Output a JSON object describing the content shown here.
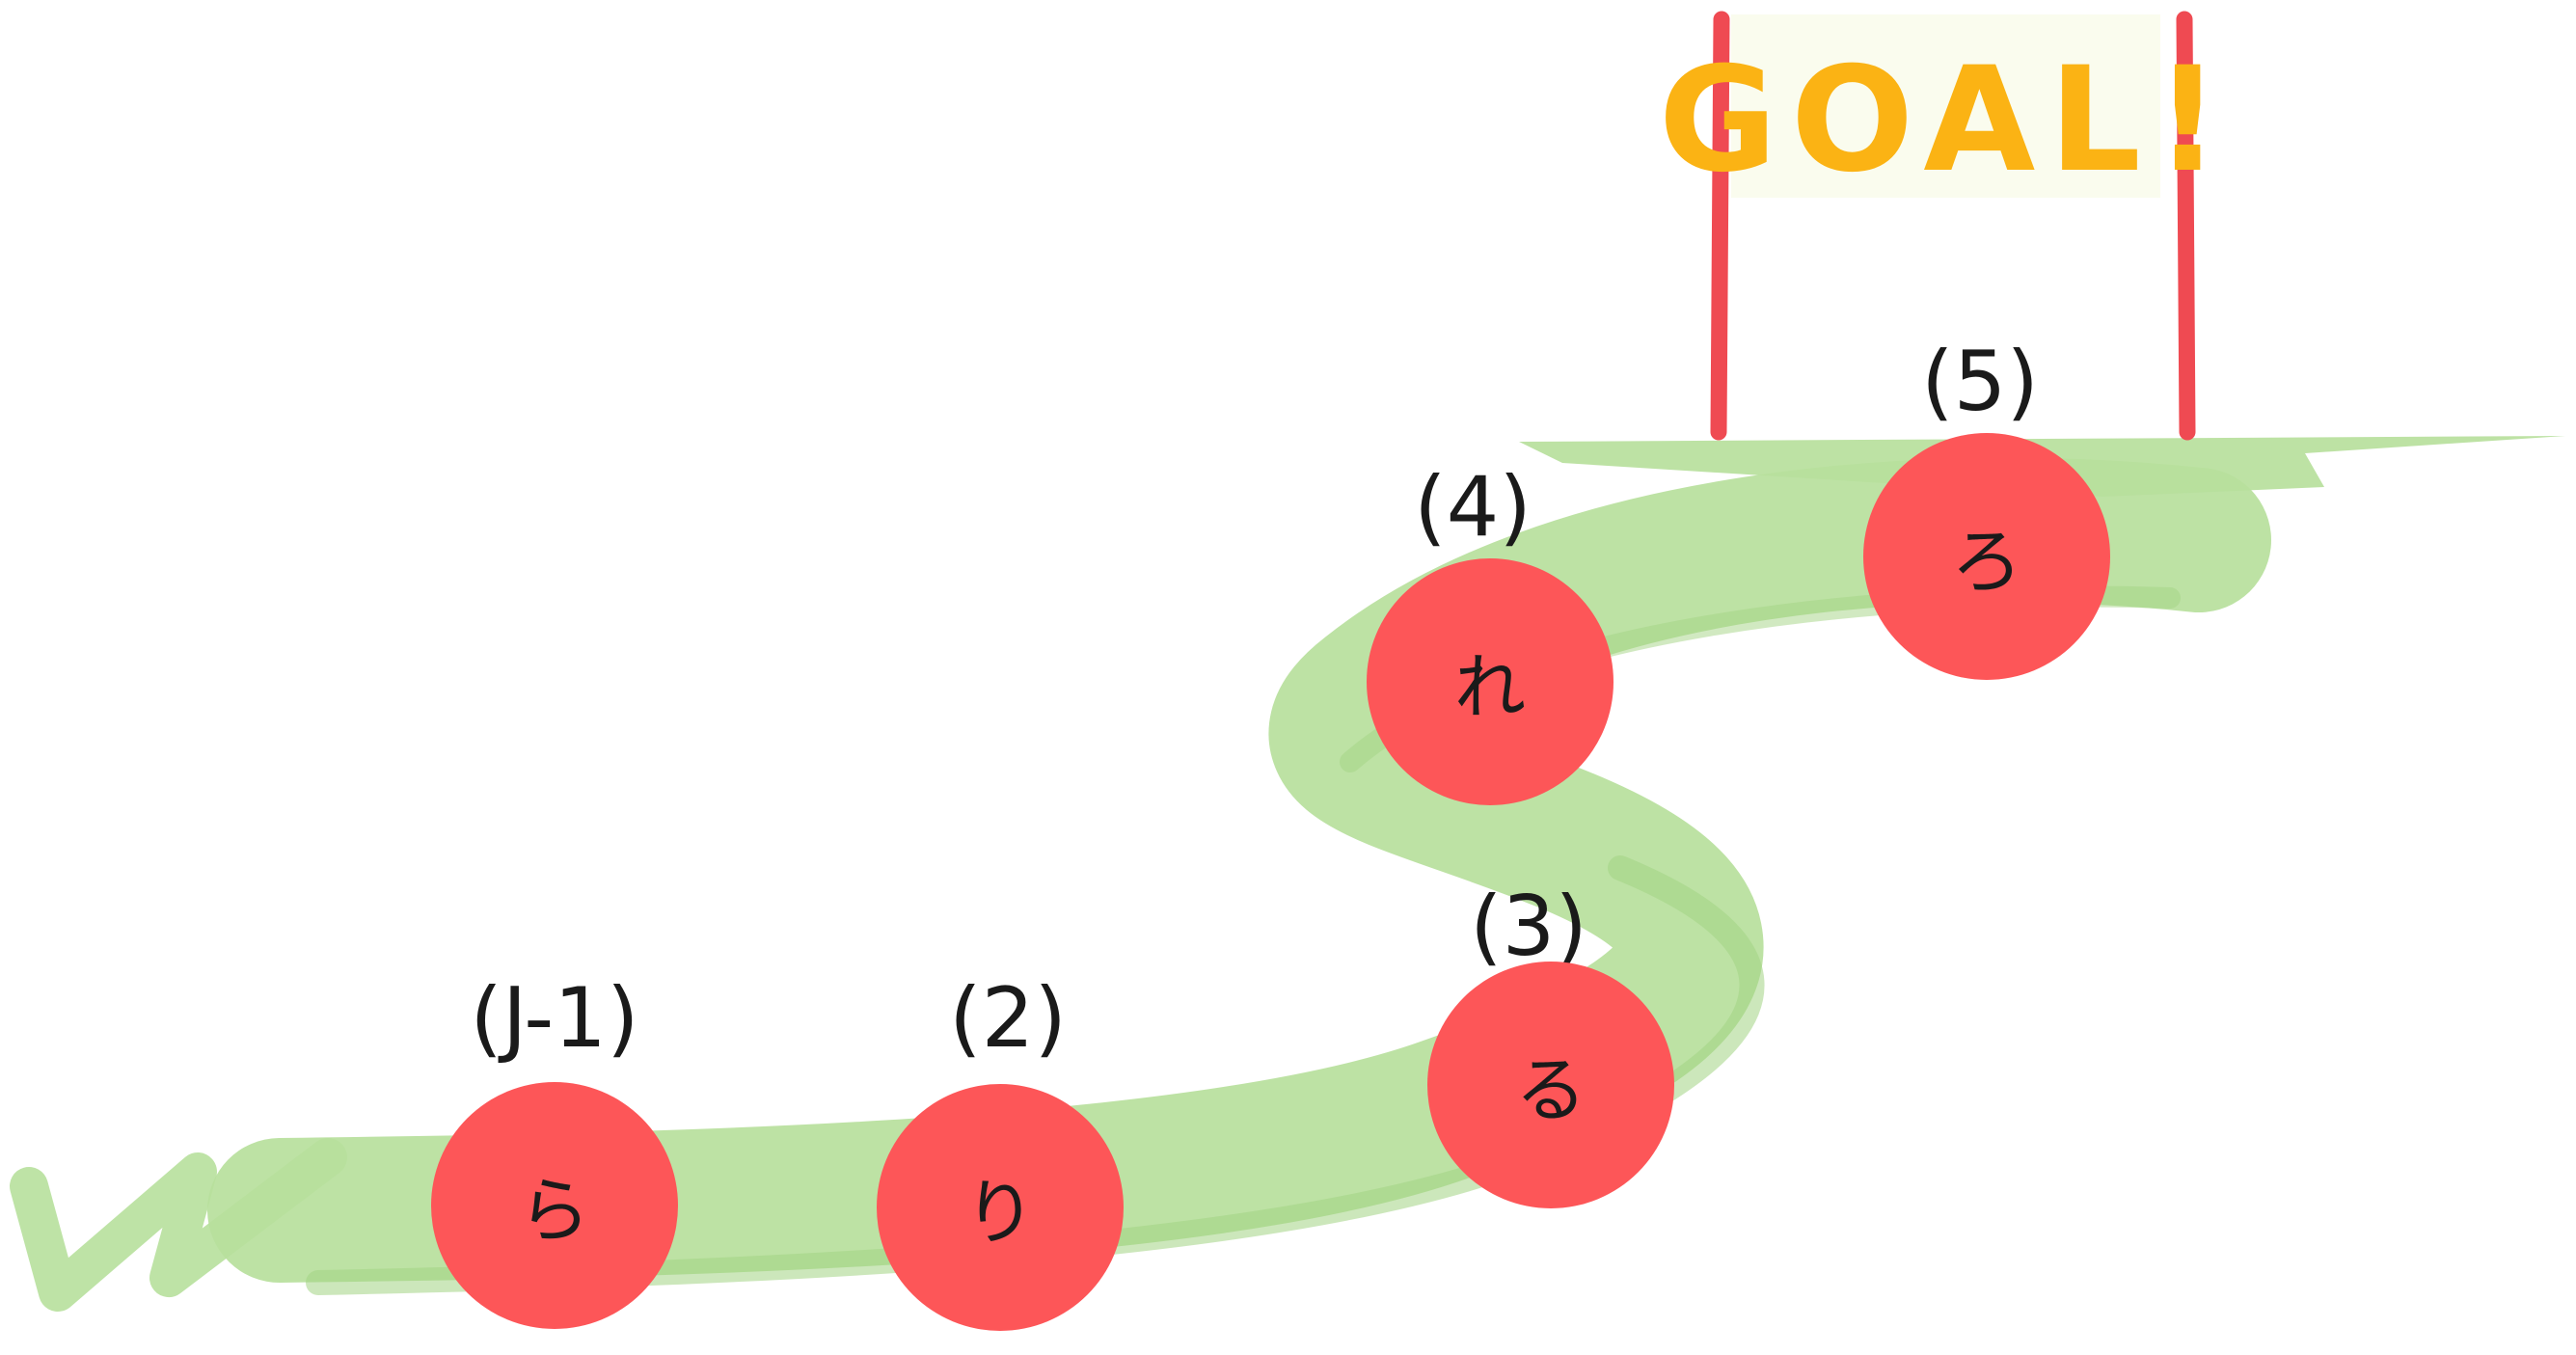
{
  "goal": {
    "text": "GOAL!"
  },
  "steps": [
    {
      "label": "(J-1)",
      "kana": "ら"
    },
    {
      "label": "(2)",
      "kana": "り"
    },
    {
      "label": "(3)",
      "kana": "る"
    },
    {
      "label": "(4)",
      "kana": "れ"
    },
    {
      "label": "(5)",
      "kana": "ろ"
    }
  ],
  "colors": {
    "node": "#fd5658",
    "path": "#b7e09c",
    "path_dark": "#a3d483",
    "post": "#ef4a52",
    "goal_text": "#fbb314",
    "goal_banner": "#fafcee"
  }
}
